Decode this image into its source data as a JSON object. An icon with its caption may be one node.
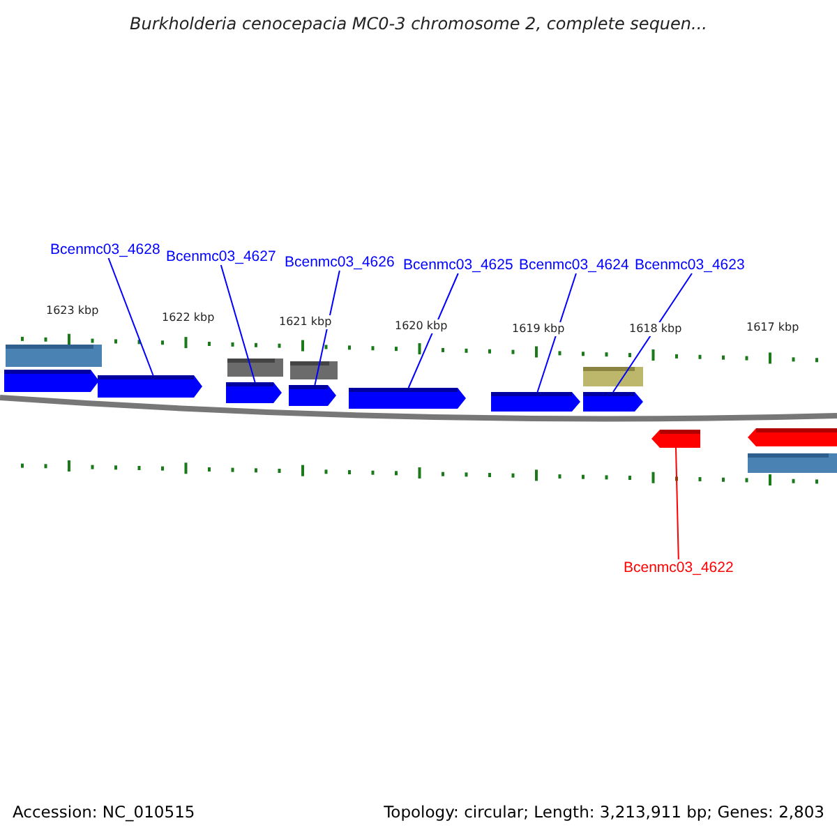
{
  "diagram": {
    "title": "Burkholderia cenocepacia MC0-3 chromosome 2, complete sequen...",
    "nodes": [
      {
        "text": [
          "Bcenmc03_4628"
        ]
      },
      {
        "text": [
          "Bcenmc03_4627"
        ]
      },
      {
        "text": [
          "Bcenmc03_4626"
        ]
      },
      {
        "text": [
          "Bcenmc03_4625"
        ]
      },
      {
        "text": [
          "Bcenmc03_4624"
        ]
      },
      {
        "text": [
          "Bcenmc03_4623"
        ]
      },
      {
        "text": [
          "Bcenmc03_4622"
        ]
      },
      {
        "text": [],
        "shape": "box"
      },
      {
        "text": [],
        "shape": "arrow"
      },
      {
        "text": [],
        "shape": "arrow"
      },
      {
        "text": [],
        "shape": "box"
      },
      {
        "text": [],
        "shape": "arrow"
      },
      {
        "text": [],
        "shape": "box"
      },
      {
        "text": [],
        "shape": "arrow"
      },
      {
        "text": [],
        "shape": "arrow"
      },
      {
        "text": [],
        "shape": "arrow"
      },
      {
        "text": [],
        "shape": "box"
      },
      {
        "text": [],
        "shape": "arrow"
      },
      {
        "text": [],
        "shape": "arrow"
      },
      {
        "text": [],
        "shape": "arrow"
      },
      {
        "text": [],
        "shape": "box"
      }
    ],
    "edges": [
      {
        "from": 0,
        "to": 9,
        "arrow": "none"
      },
      {
        "from": 1,
        "to": 11,
        "arrow": "none"
      },
      {
        "from": 2,
        "to": 13,
        "arrow": "none"
      },
      {
        "from": 3,
        "to": 14,
        "arrow": "none"
      },
      {
        "from": 4,
        "to": 15,
        "arrow": "none"
      },
      {
        "from": 5,
        "to": 17,
        "arrow": "none"
      },
      {
        "from": 6,
        "to": 18,
        "arrow": "none",
        "color": "#ff0000"
      }
    ],
    "labels": [
      "1623 kbp",
      "1622 kbp",
      "1621 kbp",
      "1620 kbp",
      "1619 kbp",
      "1618 kbp",
      "1617 kbp",
      "Accession: NC_010515",
      "Topology: circular; Length: 3,213,911 bp; Genes: 2,803"
    ]
  }
}
